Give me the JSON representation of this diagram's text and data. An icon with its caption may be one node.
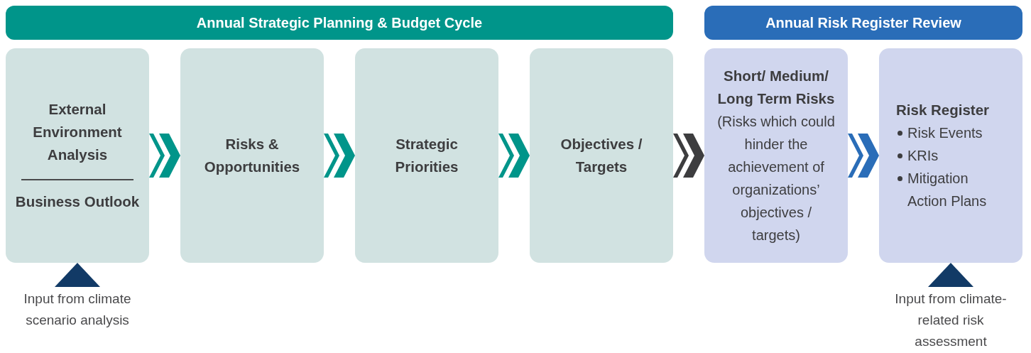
{
  "diagram": {
    "nodes": [
      {
        "text": [
          "Annual Strategic Planning & Budget Cycle"
        ]
      },
      {
        "text": [
          "Annual Risk Register Review"
        ]
      },
      {
        "text": [
          "External Environment Analysis",
          "Business Outlook"
        ]
      },
      {
        "text": [
          "Risks & Opportunities"
        ]
      },
      {
        "text": [
          "Strategic Priorities"
        ]
      },
      {
        "text": [
          "Objectives / Targets"
        ]
      },
      {
        "text": [
          "Short/ Medium/ Long Term Risks",
          "(Risks which could hinder the achievement of organizations’ objectives / targets)"
        ]
      },
      {
        "text": [
          "Risk Register",
          "Risk Events",
          "KRIs",
          "Mitigation Action Plans"
        ]
      },
      {
        "text": [
          "Input from climate scenario analysis"
        ]
      },
      {
        "text": [
          "Input from climate-related risk assessment"
        ]
      }
    ],
    "edges": [
      {
        "from": 2,
        "to": 3,
        "arrow": "to"
      },
      {
        "from": 3,
        "to": 4,
        "arrow": "to"
      },
      {
        "from": 4,
        "to": 5,
        "arrow": "to"
      },
      {
        "from": 5,
        "to": 6,
        "arrow": "to",
        "color": "#3d3d3f"
      },
      {
        "from": 6,
        "to": 7,
        "arrow": "to",
        "color": "#2a6db8"
      },
      {
        "from": 8,
        "to": 2,
        "arrow": "to",
        "color": "#123a66"
      },
      {
        "from": 9,
        "to": 7,
        "arrow": "to",
        "color": "#123a66"
      }
    ]
  }
}
